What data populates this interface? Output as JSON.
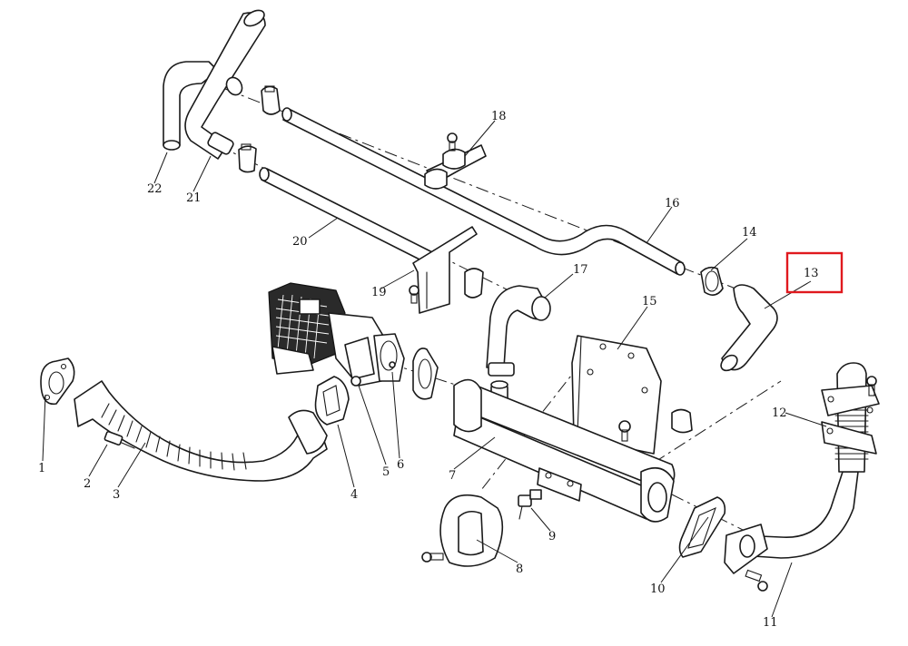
{
  "diagram": {
    "highlight_color": "#e0191e",
    "highlighted_part": "13",
    "parts": [
      {
        "id": "p1",
        "label": "1"
      },
      {
        "id": "p2",
        "label": "2"
      },
      {
        "id": "p3",
        "label": "3"
      },
      {
        "id": "p4",
        "label": "4"
      },
      {
        "id": "p5",
        "label": "5"
      },
      {
        "id": "p6",
        "label": "6"
      },
      {
        "id": "p7",
        "label": "7"
      },
      {
        "id": "p8",
        "label": "8"
      },
      {
        "id": "p9",
        "label": "9"
      },
      {
        "id": "p10",
        "label": "10"
      },
      {
        "id": "p11",
        "label": "11"
      },
      {
        "id": "p12",
        "label": "12"
      },
      {
        "id": "p13",
        "label": "13"
      },
      {
        "id": "p14",
        "label": "14"
      },
      {
        "id": "p15",
        "label": "15"
      },
      {
        "id": "p16",
        "label": "16"
      },
      {
        "id": "p17",
        "label": "17"
      },
      {
        "id": "p18",
        "label": "18"
      },
      {
        "id": "p19",
        "label": "19"
      },
      {
        "id": "p20",
        "label": "20"
      },
      {
        "id": "p21",
        "label": "21"
      },
      {
        "id": "p22",
        "label": "22"
      }
    ]
  }
}
